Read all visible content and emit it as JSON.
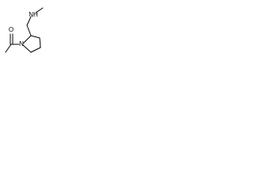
{
  "molecule": {
    "atoms": {
      "o_label": "O",
      "n_ring_label": "N",
      "n_amine_label": "NH"
    }
  }
}
